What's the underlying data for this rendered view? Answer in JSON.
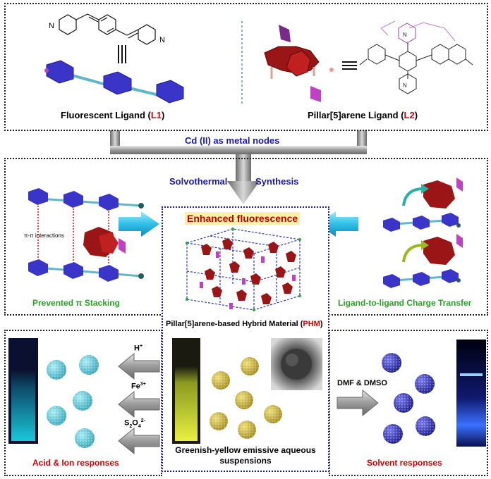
{
  "top": {
    "l1_caption_prefix": "Fluorescent Ligand (",
    "l1_code": "L1",
    "l1_caption_suffix": ")",
    "l2_caption_prefix": "Pillar[5]arene Ligand (",
    "l2_code": "L2",
    "l2_caption_suffix": ")",
    "ring_atom": "N"
  },
  "metal_nodes": "Cd (II) as metal nodes",
  "synthesis": {
    "left": "Solvothermal",
    "right": "Synthesis"
  },
  "middle": {
    "enhanced": "Enhanced fluorescence",
    "pi_interactions": "π-π interactions",
    "prevented": "Prevented π Stacking",
    "charge_transfer": "Ligand-to-ligand Charge Transfer",
    "phm_prefix": "Pillar[5]arene-based Hybrid Material (",
    "phm_code": "PHM",
    "phm_suffix": ")"
  },
  "bottom": {
    "h_label": "H",
    "h_sup": "+",
    "fe_label": "Fe",
    "fe_sup": "3+",
    "s2o4_label": "S",
    "s2o4_sub1": "2",
    "s2o4_mid": "O",
    "s2o4_sub2": "4",
    "s2o4_sup": "2-",
    "acid_ion": "Acid & Ion responses",
    "dmf": "DMF & DMSO",
    "solvent": "Solvent responses",
    "emissive": "Greenish-yellow emissive aqueous suspensions"
  },
  "colors": {
    "navy": "#1a1aa8",
    "red": "#d10000",
    "green": "#2aa02a",
    "hex_blue": "#3a35c8",
    "hex_red": "#9a1515",
    "magenta": "#c040c8",
    "cyan_arrow": "#2ec0e8",
    "cyan_ball": "#5ac3d2",
    "yellow_ball": "#c9b03a",
    "blue_ball": "#3a3ab8"
  }
}
